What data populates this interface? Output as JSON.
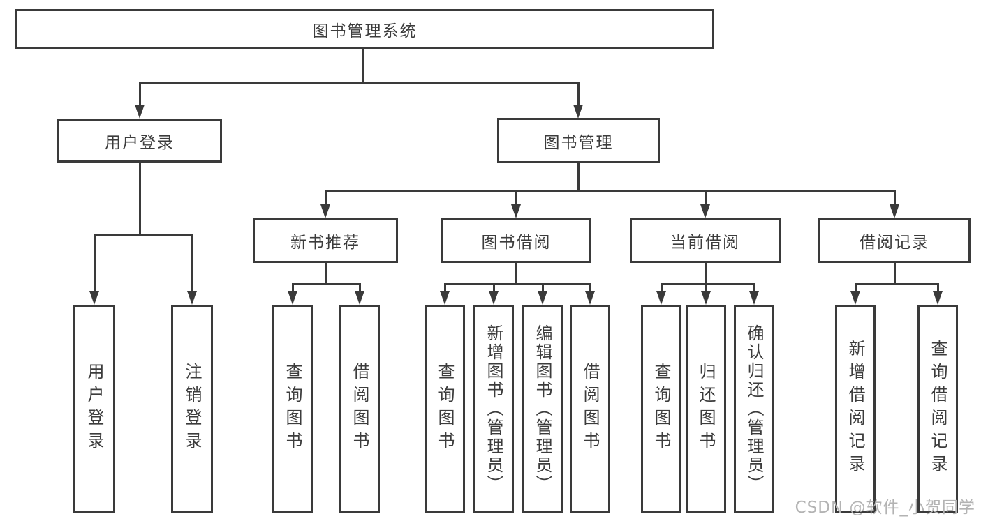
{
  "diagram": {
    "type": "hierarchy-tree",
    "title": "图书管理系统",
    "nodes": {
      "root": "图书管理系统",
      "level2": [
        "用户登录",
        "图书管理"
      ],
      "level3": [
        "新书推荐",
        "图书借阅",
        "当前借阅",
        "借阅记录"
      ],
      "leaves": [
        "用户登录",
        "注销登录",
        "查询图书",
        "借阅图书",
        "查询图书",
        "新增图书（管理员）",
        "编辑图书（管理员）",
        "借阅图书",
        "查询图书",
        "归还图书",
        "确认归还（管理员）",
        "新增借阅记录",
        "查询借阅记录"
      ]
    },
    "structure": {
      "图书管理系统": [
        "用户登录",
        "图书管理"
      ],
      "用户登录": [
        "用户登录",
        "注销登录"
      ],
      "图书管理": [
        "新书推荐",
        "图书借阅",
        "当前借阅",
        "借阅记录"
      ],
      "新书推荐": [
        "查询图书",
        "借阅图书"
      ],
      "图书借阅": [
        "查询图书",
        "新增图书（管理员）",
        "编辑图书（管理员）",
        "借阅图书"
      ],
      "当前借阅": [
        "查询图书",
        "归还图书",
        "确认归还（管理员）"
      ],
      "借阅记录": [
        "新增借阅记录",
        "查询借阅记录"
      ]
    },
    "colors": {
      "line": "#3a3a3a",
      "text": "#3c3c3c",
      "watermark": "#b3b3b3",
      "background": "#ffffff"
    }
  },
  "watermark": "CSDN @软件_小贺同学"
}
